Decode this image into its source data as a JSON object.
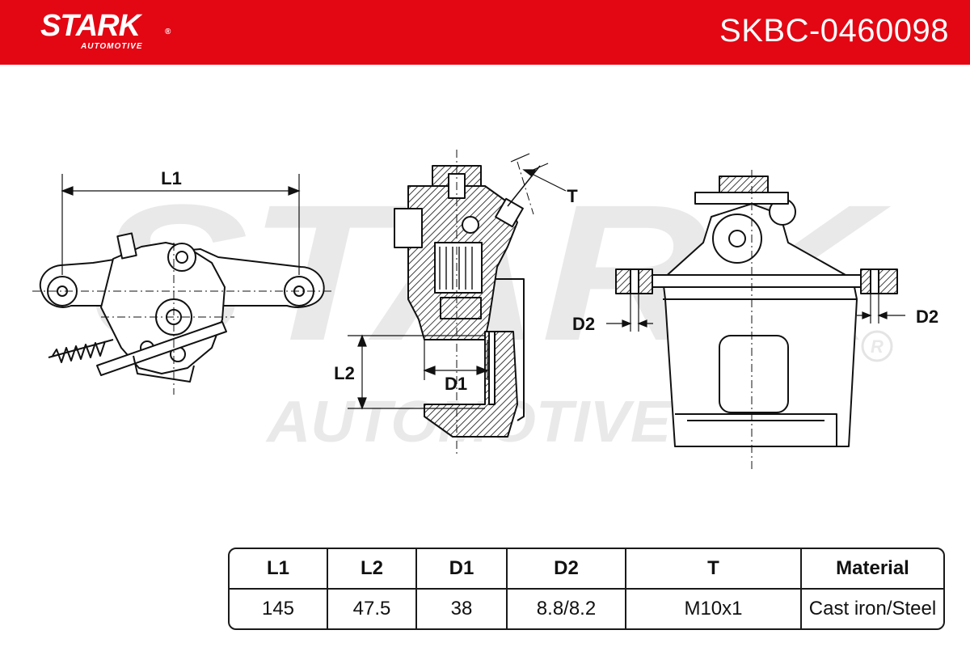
{
  "header": {
    "brand": "STARK",
    "brand_sub": "AUTOMOTIVE",
    "registered_mark": "®",
    "part_number": "SKBC-0460098",
    "background_color": "#e30613"
  },
  "watermark": {
    "brand": "STARK",
    "sub": "AUTOMOTIVE",
    "registered_mark": "®"
  },
  "dimension_labels": {
    "l1": "L1",
    "l2": "L2",
    "d1": "D1",
    "d2_left": "D2",
    "d2_right": "D2",
    "t": "T"
  },
  "spec_table": {
    "headers": [
      "L1",
      "L2",
      "D1",
      "D2",
      "T",
      "Material"
    ],
    "values": [
      "145",
      "47.5",
      "38",
      "8.8/8.2",
      "M10x1",
      "Cast iron/Steel"
    ]
  }
}
